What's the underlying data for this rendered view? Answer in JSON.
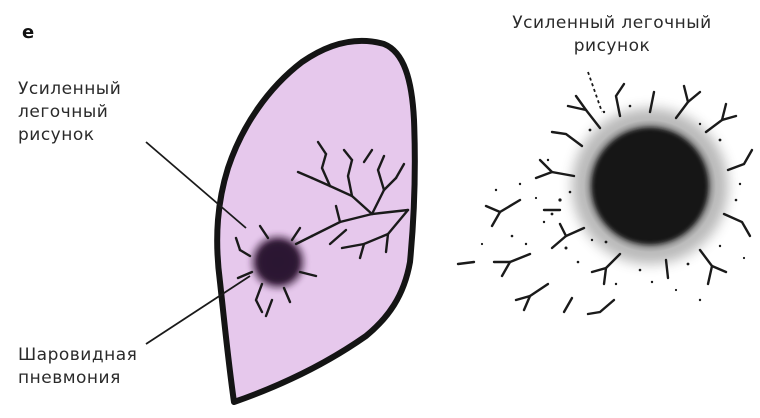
{
  "panel_letter": "e",
  "labels": {
    "enhanced_left": "Усиленный\nлегочный\nрисунок",
    "enhanced_right": "Усиленный легочный\nрисунок",
    "spherical_pneumonia": "Шаровидная\nпневмония"
  },
  "colors": {
    "lung_fill": "#e6c8ec",
    "outline": "#141414",
    "lesion": "#1d1d1d"
  }
}
